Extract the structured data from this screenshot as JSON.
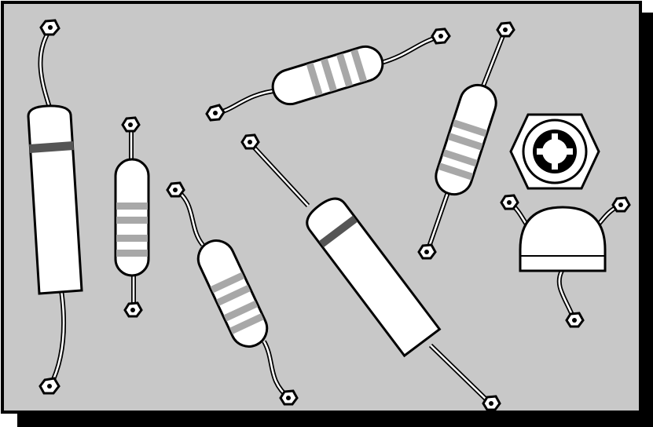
{
  "colors": {
    "board": "#c8c8c8",
    "outline": "#000000",
    "body": "#ffffff",
    "band_light": "#a8a8a8",
    "band_dark": "#555555",
    "shadow": "#000000"
  },
  "components": [
    {
      "name": "large-resistor-left",
      "kind": "resistor"
    },
    {
      "name": "small-resistor-left",
      "kind": "resistor"
    },
    {
      "name": "resistor-top-center",
      "kind": "resistor"
    },
    {
      "name": "resistor-bottom-left-tilted",
      "kind": "resistor"
    },
    {
      "name": "large-resistor-diagonal",
      "kind": "resistor"
    },
    {
      "name": "resistor-right-tilted",
      "kind": "resistor"
    },
    {
      "name": "hex-nut",
      "kind": "nut"
    },
    {
      "name": "dome-component",
      "kind": "capacitor-dome"
    }
  ]
}
